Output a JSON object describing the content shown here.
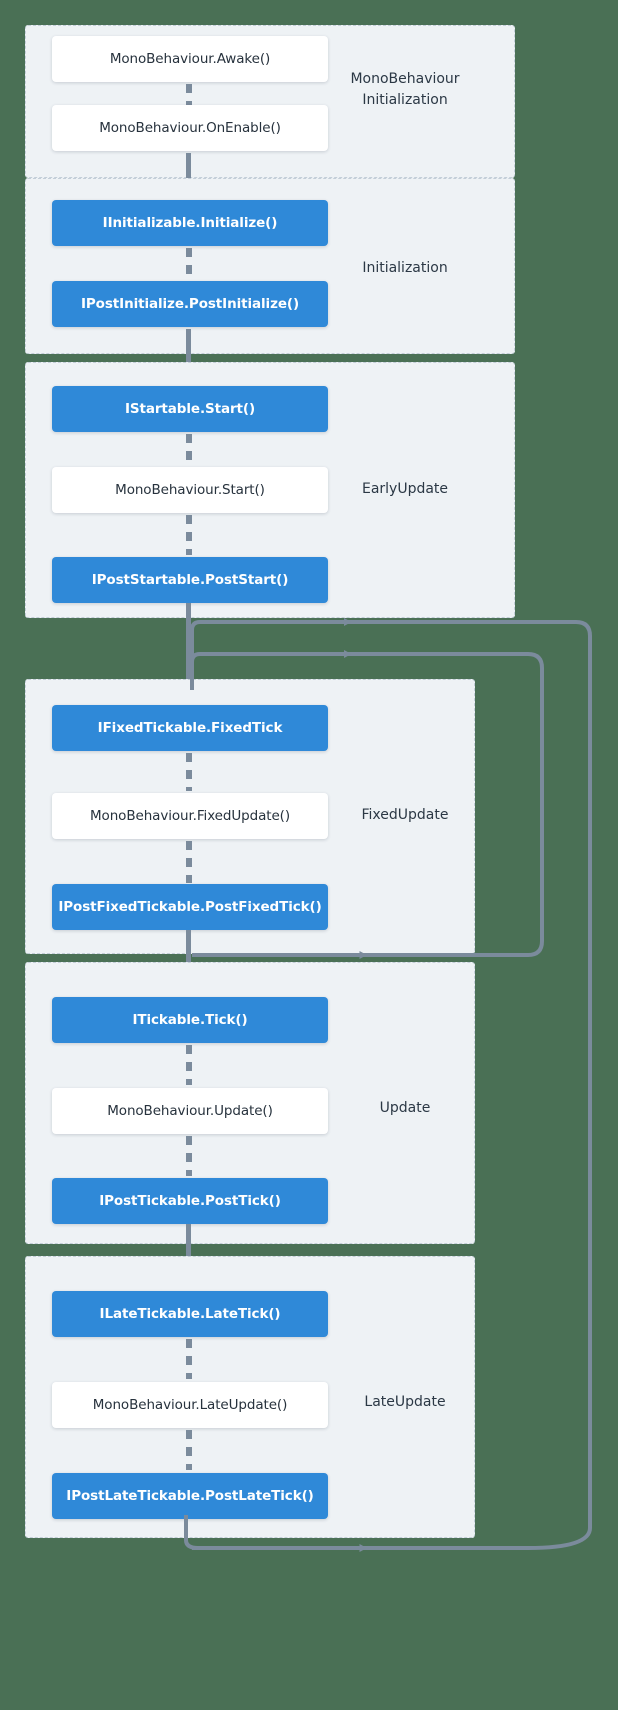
{
  "diagram": {
    "title": "Unity lifecycle / VContainer entry point execution order",
    "colors": {
      "background": "#4a7055",
      "section_fill": "#eef2f5",
      "section_border": "#c3ced8",
      "blue_node": "#2f89d8",
      "white_node": "#ffffff",
      "arrow": "#7b8b9c",
      "text_dark": "#27323d"
    },
    "sections": [
      {
        "id": "monobehaviour-initialization",
        "label": "MonoBehaviour\nInitialization",
        "label_lines": [
          "MonoBehaviour",
          "Initialization"
        ],
        "nodes": [
          {
            "id": "awake",
            "label": "MonoBehaviour.Awake()",
            "kind": "white"
          },
          {
            "id": "onenable",
            "label": "MonoBehaviour.OnEnable()",
            "kind": "white"
          }
        ]
      },
      {
        "id": "initialization",
        "label": "Initialization",
        "label_lines": [
          "Initialization"
        ],
        "nodes": [
          {
            "id": "iinitializable",
            "label": "IInitializable.Initialize()",
            "kind": "blue"
          },
          {
            "id": "ipostinitialize",
            "label": "IPostInitialize.PostInitialize()",
            "kind": "blue"
          }
        ]
      },
      {
        "id": "earlyupdate",
        "label": "EarlyUpdate",
        "label_lines": [
          "EarlyUpdate"
        ],
        "nodes": [
          {
            "id": "istartable",
            "label": "IStartable.Start()",
            "kind": "blue"
          },
          {
            "id": "mb-start",
            "label": "MonoBehaviour.Start()",
            "kind": "white"
          },
          {
            "id": "ipoststartable",
            "label": "IPostStartable.PostStart()",
            "kind": "blue"
          }
        ]
      },
      {
        "id": "fixedupdate",
        "label": "FixedUpdate",
        "label_lines": [
          "FixedUpdate"
        ],
        "nodes": [
          {
            "id": "ifixedtickable",
            "label": "IFixedTickable.FixedTick",
            "kind": "blue"
          },
          {
            "id": "mb-fixedupdate",
            "label": "MonoBehaviour.FixedUpdate()",
            "kind": "white"
          },
          {
            "id": "ipostfixedtickable",
            "label": "IPostFixedTickable.PostFixedTick()",
            "kind": "blue"
          }
        ]
      },
      {
        "id": "update",
        "label": "Update",
        "label_lines": [
          "Update"
        ],
        "nodes": [
          {
            "id": "itickable",
            "label": "ITickable.Tick()",
            "kind": "blue"
          },
          {
            "id": "mb-update",
            "label": "MonoBehaviour.Update()",
            "kind": "white"
          },
          {
            "id": "iposttickable",
            "label": "IPostTickable.PostTick()",
            "kind": "blue"
          }
        ]
      },
      {
        "id": "lateupdate",
        "label": "LateUpdate",
        "label_lines": [
          "LateUpdate"
        ],
        "nodes": [
          {
            "id": "ilatetickable",
            "label": "ILateTickable.LateTick()",
            "kind": "blue"
          },
          {
            "id": "mb-lateupdate",
            "label": "MonoBehaviour.LateUpdate()",
            "kind": "white"
          },
          {
            "id": "ipostlatetickable",
            "label": "IPostLateTickable.PostLateTick()",
            "kind": "blue"
          }
        ]
      }
    ],
    "loops": [
      {
        "id": "fixedupdate-loop",
        "from": "fixedupdate",
        "to": "fixedupdate"
      },
      {
        "id": "frame-loop",
        "from": "lateupdate",
        "to": "fixedupdate"
      }
    ]
  }
}
